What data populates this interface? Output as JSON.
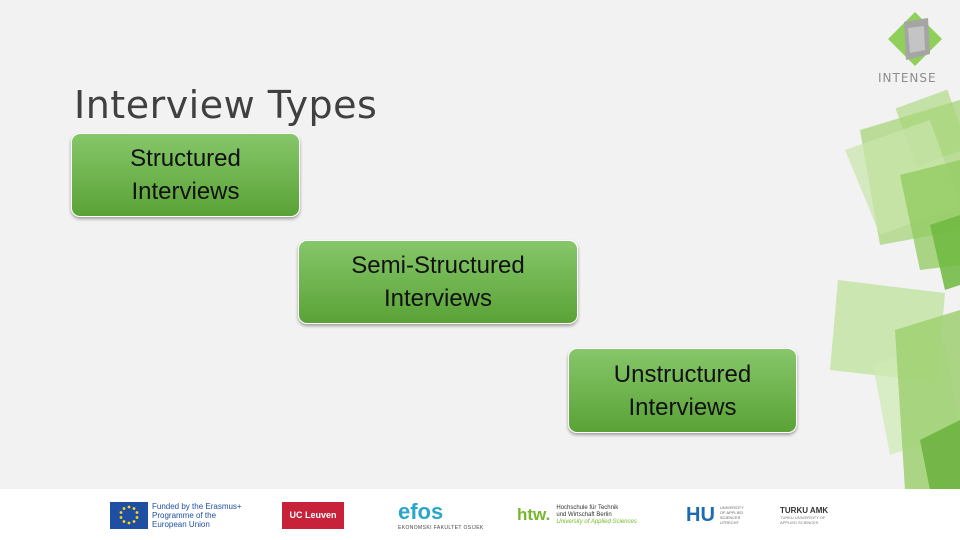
{
  "slide": {
    "title": "Interview Types",
    "boxes": [
      {
        "label": "Structured Interviews"
      },
      {
        "label": "Semi-Structured Interviews"
      },
      {
        "label": "Unstructured Interviews"
      }
    ],
    "colors": {
      "box_top": "#86c76a",
      "box_bottom": "#5aa236",
      "title": "#404040",
      "background": "#f2f2f2",
      "accent_green": "#8fcf5a"
    }
  },
  "brand": {
    "logo_text": "INTENSE",
    "icon": "intense-logo-diamond"
  },
  "footer": {
    "eu": {
      "text": "Funded by the Erasmus+ Programme of the European Union",
      "icon": "eu-flag-icon"
    },
    "uc": {
      "text": "UC Leuven"
    },
    "efos": {
      "word": "efos",
      "sub": "EKONOMSKI FAKULTET OSIJEK"
    },
    "htw": {
      "word": "htw.",
      "sub": "Hochschule für Technik und Wirtschaft Berlin",
      "sub2": "University of Applied Sciences"
    },
    "hu": {
      "word": "HU",
      "sub": "UNIVERSITY OF APPLIED SCIENCES UTRECHT"
    },
    "turku": {
      "word": "TURKU AMK",
      "sub": "TURKU UNIVERSITY OF APPLIED SCIENCES"
    }
  }
}
